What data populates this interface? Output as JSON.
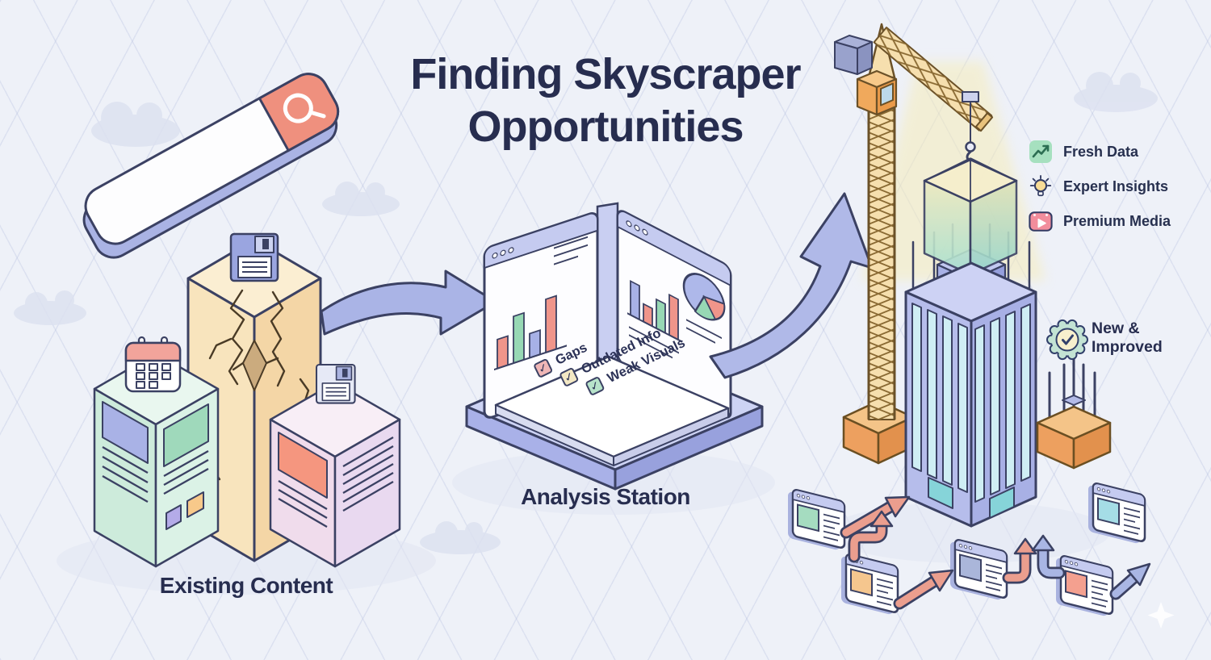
{
  "title": "Finding Skyscraper Opportunities",
  "sections": {
    "existing_content": {
      "label": "Existing Content"
    },
    "analysis_station": {
      "label": "Analysis Station",
      "checklist": [
        {
          "label": "Gaps",
          "checked": true,
          "checkbox_color": "#efb6b6"
        },
        {
          "label": "Outdated Info",
          "checked": true,
          "checkbox_color": "#f3e8c4"
        },
        {
          "label": "Weak Visuals",
          "checked": true,
          "checkbox_color": "#b7e3ca"
        }
      ]
    },
    "new_content": {
      "features": [
        {
          "label": "Fresh Data",
          "icon": "trend-up-icon",
          "icon_color": "#a6e0bf"
        },
        {
          "label": "Expert Insights",
          "icon": "lightbulb-icon",
          "icon_color": "#f8dc96"
        },
        {
          "label": "Premium Media",
          "icon": "play-video-icon",
          "icon_color": "#f28d9c"
        }
      ],
      "badge": {
        "label": "New & Improved",
        "icon": "rosette-check-icon"
      }
    }
  },
  "colors": {
    "background": "#eef1f8",
    "ink": "#272d4f",
    "outline": "#3b4163",
    "flow_arrow": "#aab4e6",
    "coral_accent": "#ef8f7d",
    "pillar_tan": "#f7dfb2",
    "platform_lavender": "#cdd3f4",
    "building_blue": "#b6bdeb",
    "window_teal": "#cfeef4",
    "crane_orange": "#f6dfae",
    "salmon_arrow": "#eb9e8e",
    "blue_arrow": "#a9b6e4"
  }
}
